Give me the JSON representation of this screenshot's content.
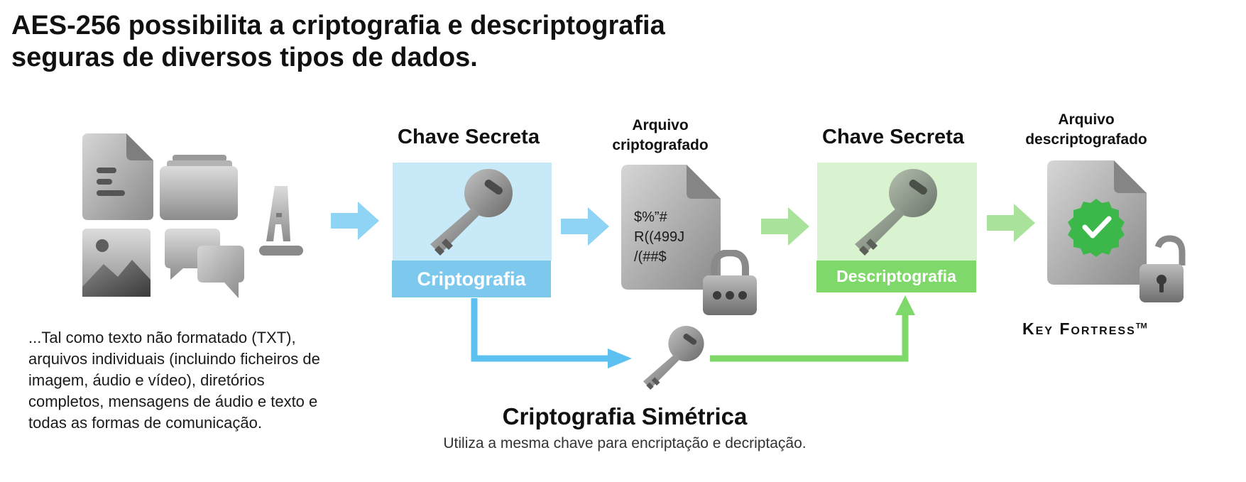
{
  "title": {
    "line1": "AES-256 possibilita a criptografia e descriptografia",
    "line2": "seguras de diversos tipos de dados."
  },
  "description": "...Tal como texto não formatado (TXT),\narquivos individuais (incluindo ficheiros de\nimagem, áudio e vídeo), diretórios\ncompletos, mensagens de áudio e texto e\ntodas as formas de comunicação.",
  "encrypt_step": {
    "key_heading": "Chave Secreta",
    "label": "Criptografia"
  },
  "encrypted_file": {
    "label_line1": "Arquivo",
    "label_line2": "criptografado",
    "cipher_text": "$%”#\nR((499J\n/(##$"
  },
  "decrypt_step": {
    "key_heading": "Chave Secreta",
    "label": "Descriptografia"
  },
  "decrypted_file": {
    "label_line1": "Arquivo",
    "label_line2": "descriptografado"
  },
  "symmetric": {
    "title": "Criptografia Simétrica",
    "subtitle": "Utiliza a mesma chave para encriptação e decriptação."
  },
  "brand": {
    "name": "Key Fortress",
    "trademark": "TM"
  },
  "icons": [
    "document-icon",
    "folder-icon",
    "font-icon",
    "image-icon",
    "chat-icon",
    "key-icon",
    "padlock-icon",
    "unlocked-padlock-icon",
    "verified-badge-icon",
    "arrow-icon"
  ],
  "colors": {
    "encrypt_box": "#c8e9f8",
    "encrypt_bar": "#7dc9ee",
    "encrypt_arrow": "#5cc0f0",
    "decrypt_box": "#d9f2d0",
    "decrypt_bar": "#7fd86a",
    "decrypt_arrow": "#7fd86a",
    "badge": "#3cb84a"
  }
}
